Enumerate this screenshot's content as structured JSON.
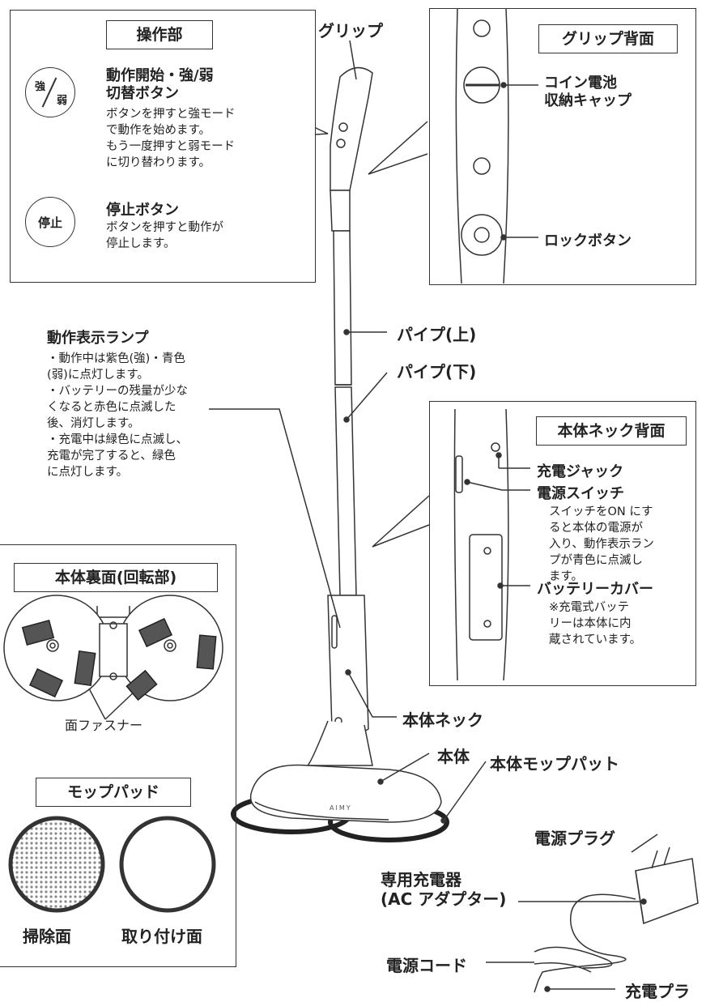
{
  "controls_panel": {
    "title": "操作部",
    "btn1_top": "強",
    "btn1_bottom": "弱",
    "btn1_title": "動作開始・強/弱\n切替ボタン",
    "btn1_desc": "ボタンを押すと強モード\nで動作を始めます。\nもう一度押すと弱モード\nに切り替わります。",
    "btn2_icon": "停止",
    "btn2_title": "停止ボタン",
    "btn2_desc": "ボタンを押すと動作が\n停止します。"
  },
  "grip_label": "グリップ",
  "grip_back_panel": {
    "title": "グリップ背面",
    "coin_label": "コイン電池\n収納キャップ",
    "lock_label": "ロックボタン"
  },
  "lamp": {
    "title": "動作表示ランプ",
    "desc": "・動作中は紫色(強)・青色\n(弱)に点灯します。\n・バッテリーの残量が少な\nくなると赤色に点滅した\n後、消灯します。\n・充電中は緑色に点滅し、\n充電が完了すると、緑色\nに点灯します。"
  },
  "pipe_upper": "パイプ(上)",
  "pipe_lower": "パイプ(下)",
  "neck_back_panel": {
    "title": "本体ネック背面",
    "jack": "充電ジャック",
    "switch": "電源スイッチ",
    "switch_desc": "スイッチをON にす\nると本体の電源が\n入り、動作表示ラン\nプが青色に点滅し\nます。",
    "battery": "バッテリーカバー",
    "battery_desc": "※充電式バッテ\nリーは本体に内\n蔵されています。"
  },
  "underside_panel": {
    "title": "本体裏面(回転部)",
    "fastener": "面ファスナー",
    "mop_title": "モップパッド",
    "cleaning_face": "掃除面",
    "mount_face": "取り付け面"
  },
  "neck_label": "本体ネック",
  "body_label": "本体",
  "pad_label": "本体モップパット",
  "brand": "AIMY",
  "plug_label": "電源プラグ",
  "charger_label": "専用充電器\n(AC アダプター)",
  "cord_label": "電源コード",
  "charge_plug_label": "充電プラ"
}
